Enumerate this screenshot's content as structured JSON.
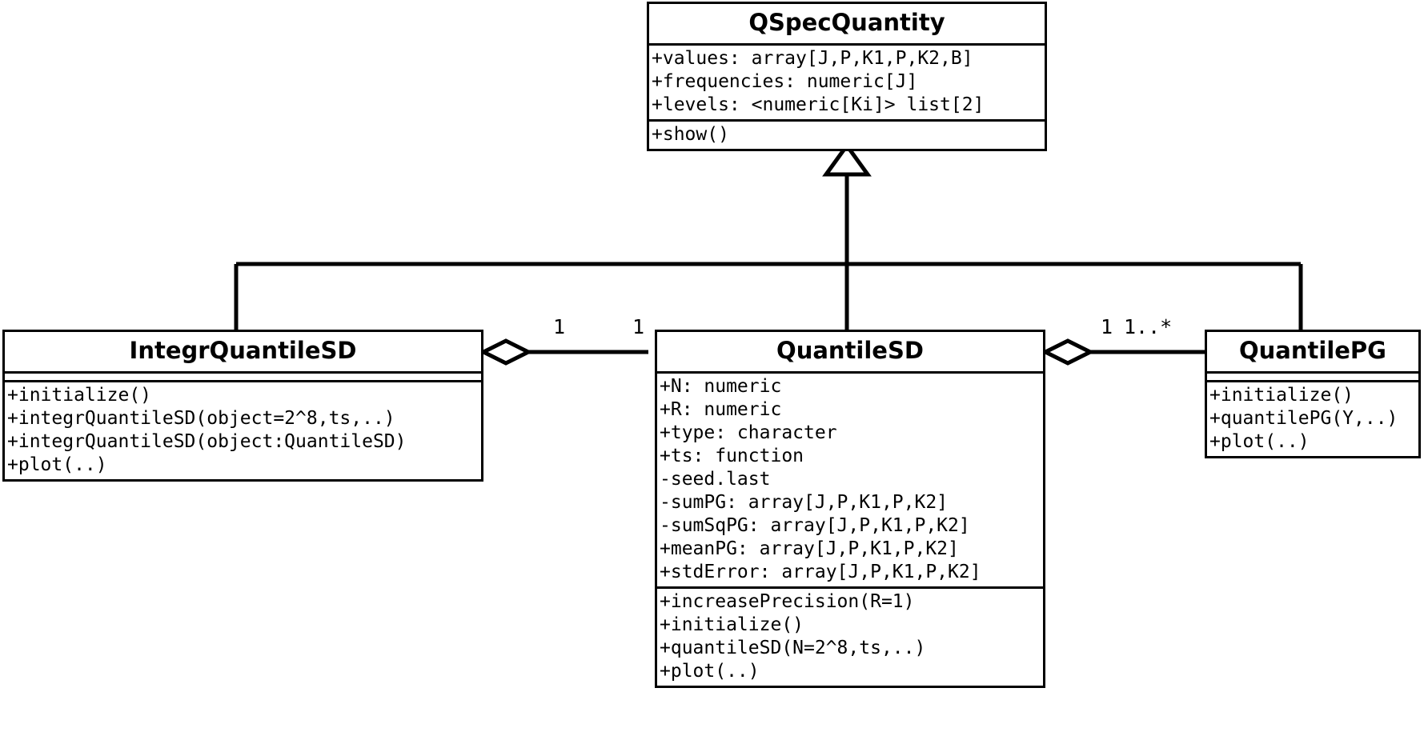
{
  "diagram": {
    "type": "uml-class-diagram",
    "title": "QSpecQuantity class hierarchy",
    "line_color": "#000000",
    "background_color": "#ffffff"
  },
  "classes": {
    "qspecquantity": {
      "name": "QSpecQuantity",
      "attributes": [
        "+values: array[J,P,K1,P,K2,B]",
        "+frequencies: numeric[J]",
        "+levels: <numeric[Ki]> list[2]"
      ],
      "methods": [
        "+show()"
      ]
    },
    "integrquantilesd": {
      "name": "IntegrQuantileSD",
      "attributes": [],
      "methods": [
        "+initialize()",
        "+integrQuantileSD(object=2^8,ts,..)",
        "+integrQuantileSD(object:QuantileSD)",
        "+plot(..)"
      ]
    },
    "quantilesd": {
      "name": "QuantileSD",
      "attributes": [
        "+N: numeric",
        "+R: numeric",
        "+type: character",
        "+ts: function",
        "-seed.last",
        "-sumPG: array[J,P,K1,P,K2]",
        "-sumSqPG: array[J,P,K1,P,K2]",
        "+meanPG: array[J,P,K1,P,K2]",
        "+stdError: array[J,P,K1,P,K2]"
      ],
      "methods": [
        "+increasePrecision(R=1)",
        "+initialize()",
        "+quantileSD(N=2^8,ts,..)",
        "+plot(..)"
      ]
    },
    "quantilepg": {
      "name": "QuantilePG",
      "attributes": [],
      "methods": [
        "+initialize()",
        "+quantilePG(Y,..)",
        "+plot(..)"
      ]
    }
  },
  "relationships": {
    "generalization": {
      "kind": "generalization",
      "arrow": "hollow-triangle",
      "parent": "QSpecQuantity",
      "children": [
        "IntegrQuantileSD",
        "QuantileSD",
        "QuantilePG"
      ]
    },
    "aggregation_left": {
      "kind": "aggregation",
      "arrow": "hollow-diamond",
      "owner": "IntegrQuantileSD",
      "part": "QuantileSD",
      "owner_multiplicity": "1",
      "part_multiplicity": "1"
    },
    "aggregation_right": {
      "kind": "aggregation",
      "arrow": "hollow-diamond",
      "owner": "QuantileSD",
      "part": "QuantilePG",
      "owner_multiplicity": "1",
      "part_multiplicity": "1..*"
    }
  }
}
